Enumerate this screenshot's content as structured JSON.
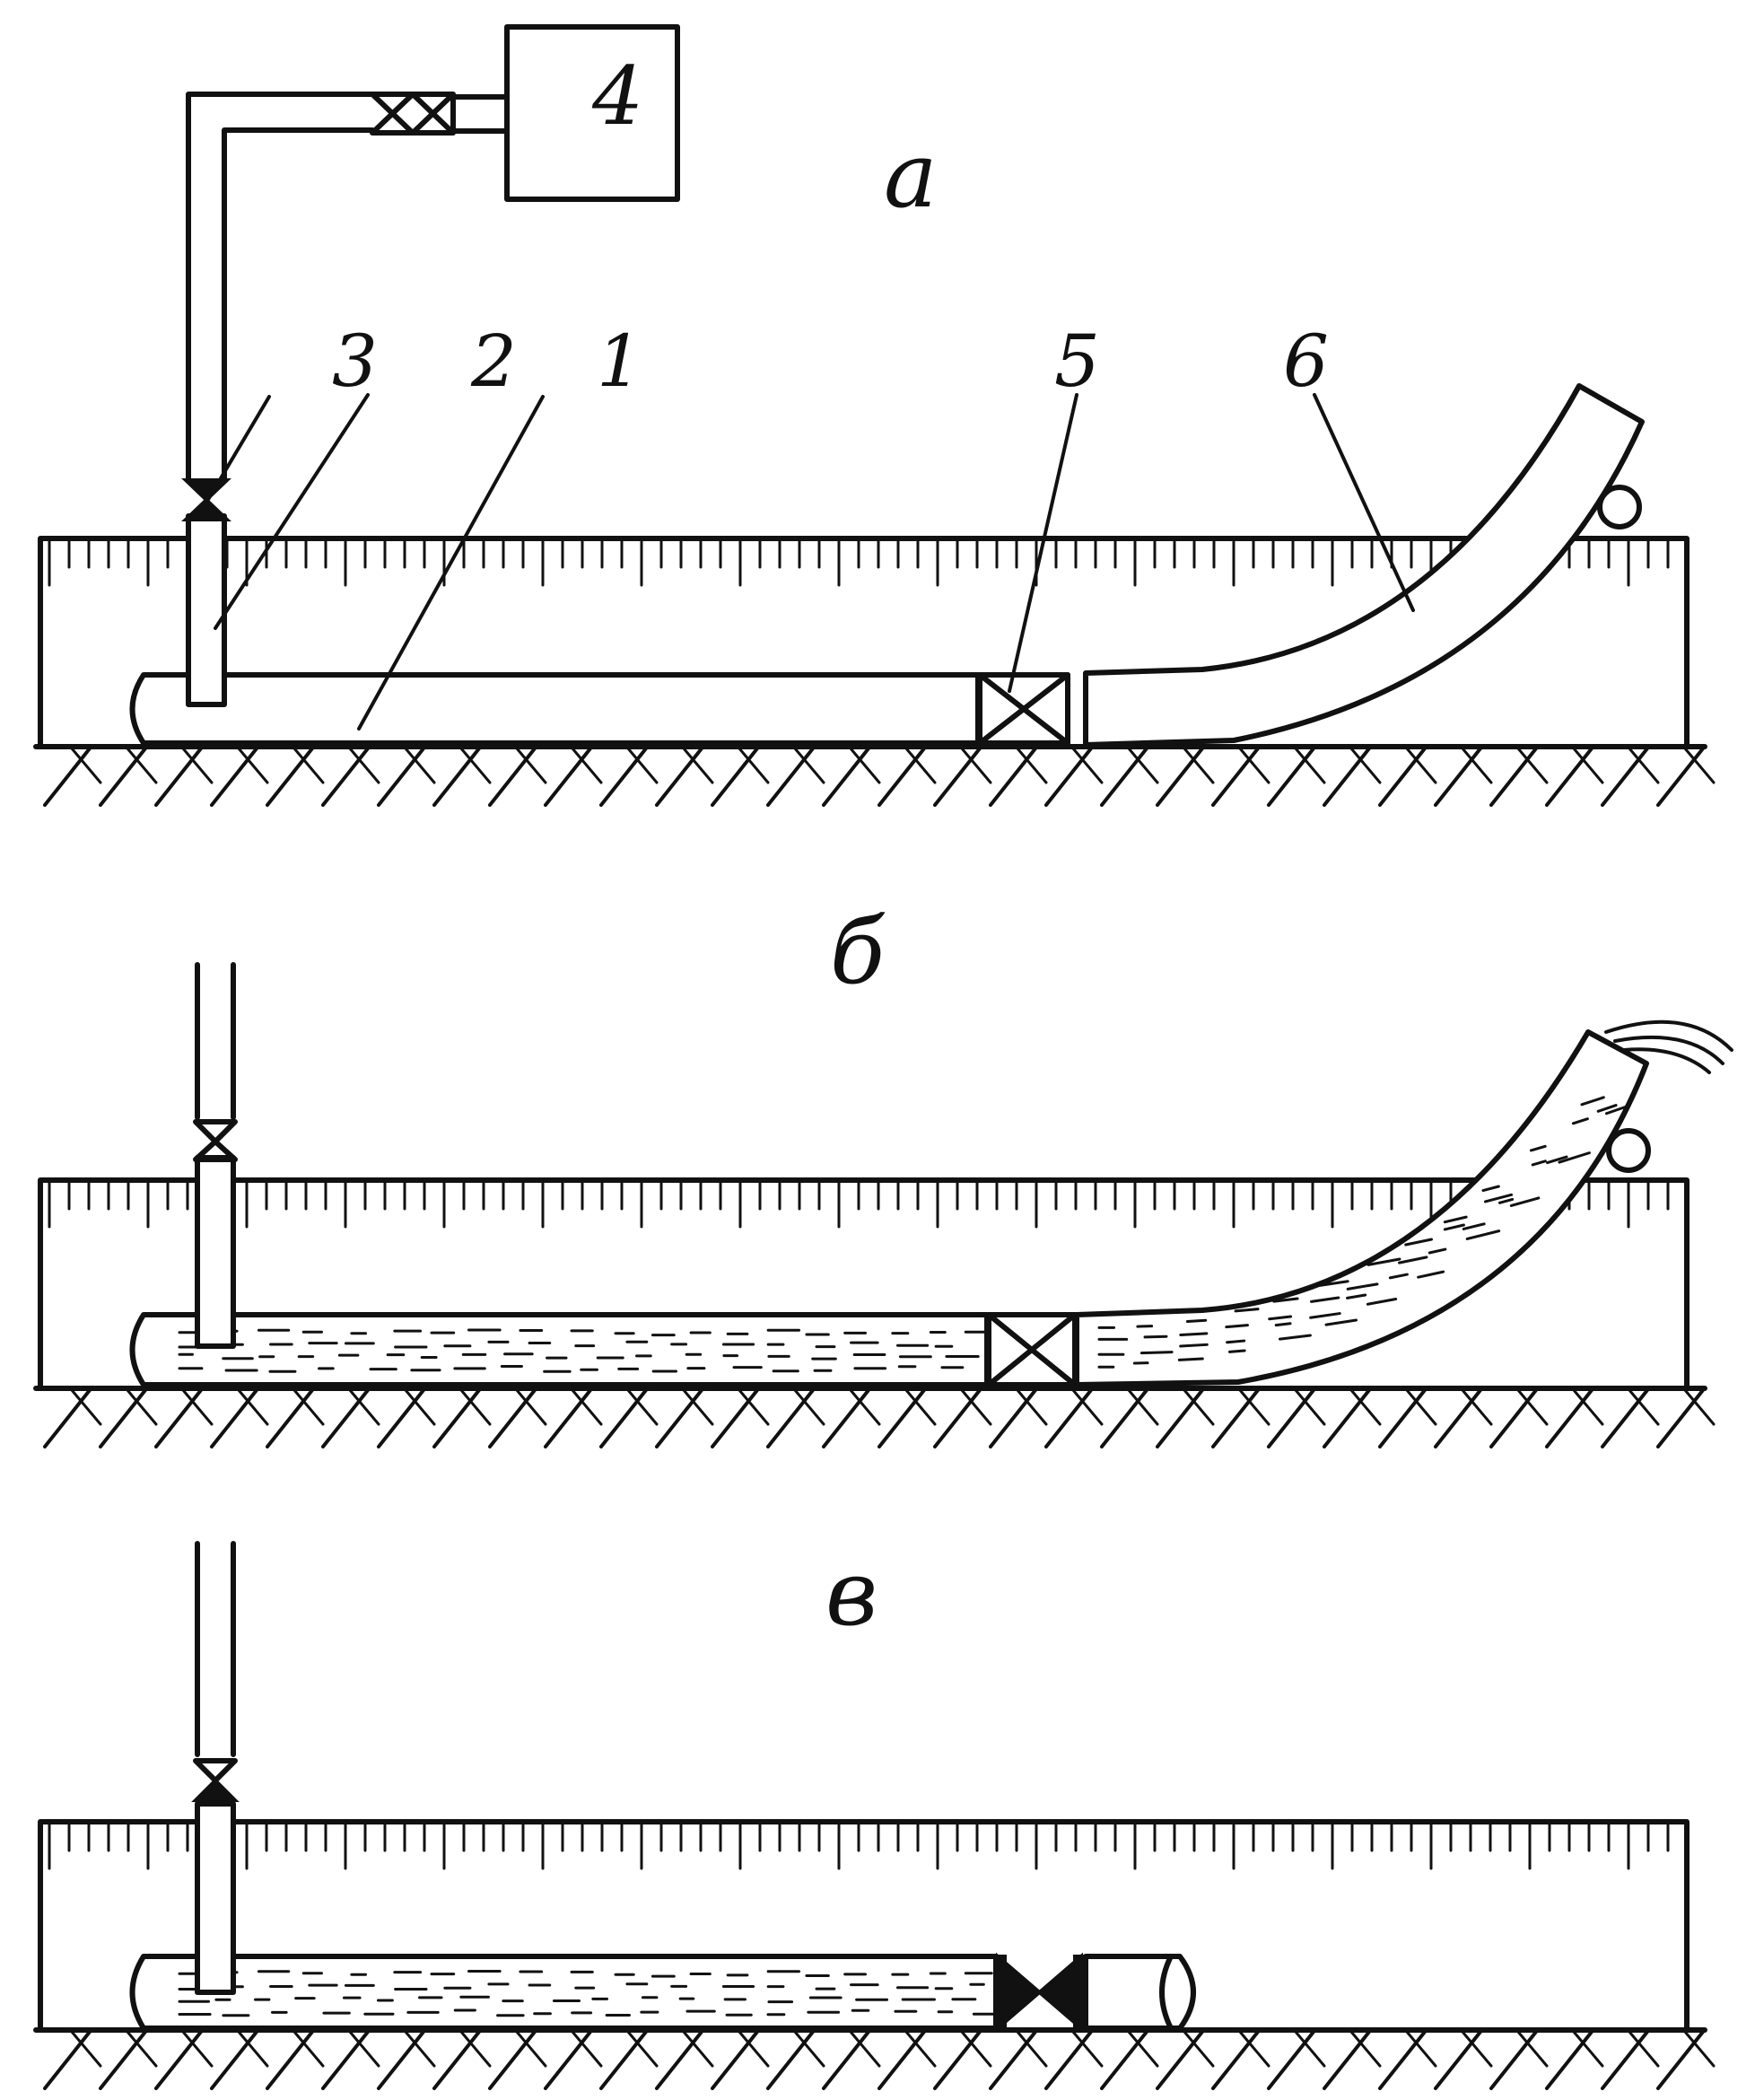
{
  "labels": {
    "panel_a": "а",
    "panel_b": "б",
    "panel_c": "в",
    "part_1": "1",
    "part_2": "2",
    "part_3": "3",
    "part_4": "4",
    "part_5": "5",
    "part_6": "6"
  },
  "colors": {
    "ink": "#111111",
    "paper": "#ffffff"
  }
}
